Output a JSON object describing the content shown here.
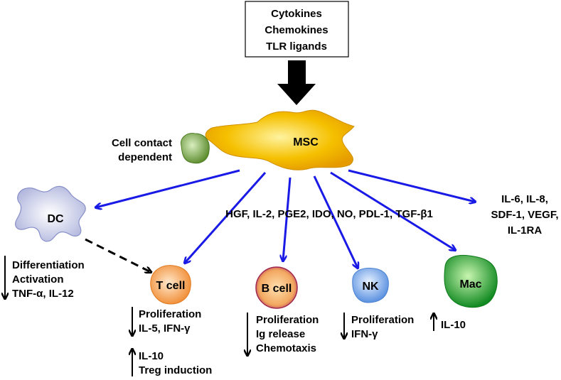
{
  "top_box": {
    "lines": [
      "Cytokines",
      "Chemokines",
      "TLR ligands"
    ]
  },
  "msc": {
    "label": "MSC"
  },
  "contact": {
    "lines": [
      "Cell contact",
      "dependent"
    ]
  },
  "factors": {
    "text": "HGF, IL-2, PGE2, IDO, NO, PDL-1, TGF-β1"
  },
  "secreted": {
    "lines": [
      "IL-6, IL-8,",
      "SDF-1, VEGF,",
      "IL-1RA"
    ]
  },
  "dc": {
    "label": "DC",
    "effects": [
      "Differentiation",
      "Activation",
      "TNF-α, IL-12"
    ],
    "arrow": "down"
  },
  "tcell": {
    "label": "T cell",
    "effects_down": [
      "Proliferation",
      "IL-5, IFN-γ"
    ],
    "effects_up": [
      "IL-10",
      "Treg induction"
    ]
  },
  "bcell": {
    "label": "B cell",
    "effects": [
      "Proliferation",
      "Ig release",
      "Chemotaxis"
    ],
    "arrow": "down"
  },
  "nk": {
    "label": "NK",
    "effects": [
      "Proliferation",
      "IFN-γ"
    ],
    "arrow": "down"
  },
  "mac": {
    "label": "Mac",
    "effects": [
      "IL-10"
    ],
    "arrow": "up"
  },
  "colors": {
    "arrow_blue": "#1a1ae6",
    "msc_fill": "#f5c000",
    "contact_cell": "#6a9a3a",
    "dc_fill": "#c8cce8",
    "tcell_fill": "#f59a50",
    "bcell_fill": "#f2b070",
    "bcell_rim": "#b0305a",
    "nk_fill": "#7aaee6",
    "mac_fill": "#1fa030"
  }
}
